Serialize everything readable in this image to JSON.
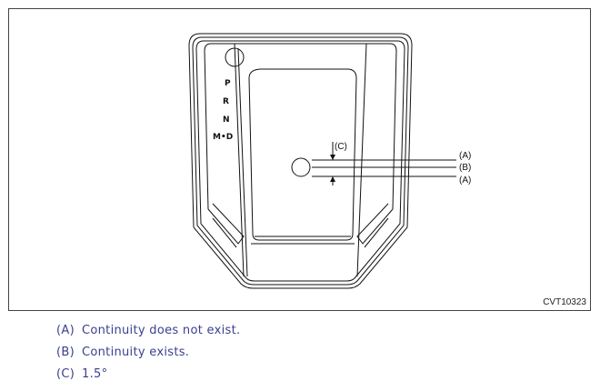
{
  "diagram": {
    "figure_code": "CVT10323",
    "gear_labels": [
      "P",
      "R",
      "N",
      "M•D"
    ],
    "callout_c": "(C)",
    "callout_a_upper": "(A)",
    "callout_b": "(B)",
    "callout_a_lower": "(A)",
    "colors": {
      "line": "#111111",
      "border": "#444444",
      "legend_text": "#3a3f8f"
    }
  },
  "legend": [
    {
      "key": "(A)",
      "text": "Continuity does not exist."
    },
    {
      "key": "(B)",
      "text": "Continuity exists."
    },
    {
      "key": "(C)",
      "text": "1.5°"
    }
  ]
}
